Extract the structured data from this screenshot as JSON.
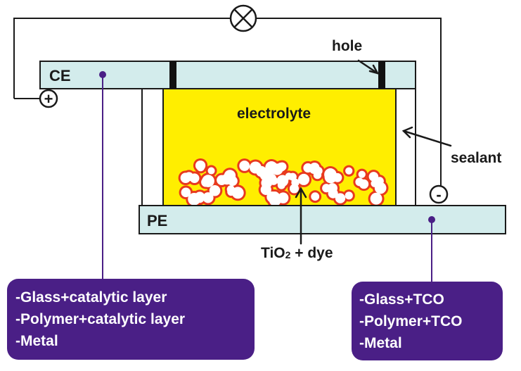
{
  "labels": {
    "counter_electrode": "CE",
    "photo_electrode": "PE",
    "hole": "hole",
    "electrolyte": "electrolyte",
    "sealant": "sealant",
    "tio2_prefix": "TiO",
    "tio2_subscript": "2",
    "tio2_suffix": " + dye",
    "positive_terminal": "+",
    "negative_terminal": "-"
  },
  "ce_materials": [
    "-Glass+catalytic layer",
    "-Polymer+catalytic layer",
    "-Metal"
  ],
  "pe_materials": [
    "-Glass+TCO",
    "-Polymer+TCO",
    "-Metal"
  ],
  "colors": {
    "electrode_fill": "#d3ecec",
    "electrolyte_fill": "#ffee00",
    "particle_outline": "#e8391e",
    "material_box": "#4a1f86",
    "marker_dot": "#4a1f86",
    "line": "#1a1a1a"
  },
  "icons": {
    "load": "lamp-icon"
  }
}
